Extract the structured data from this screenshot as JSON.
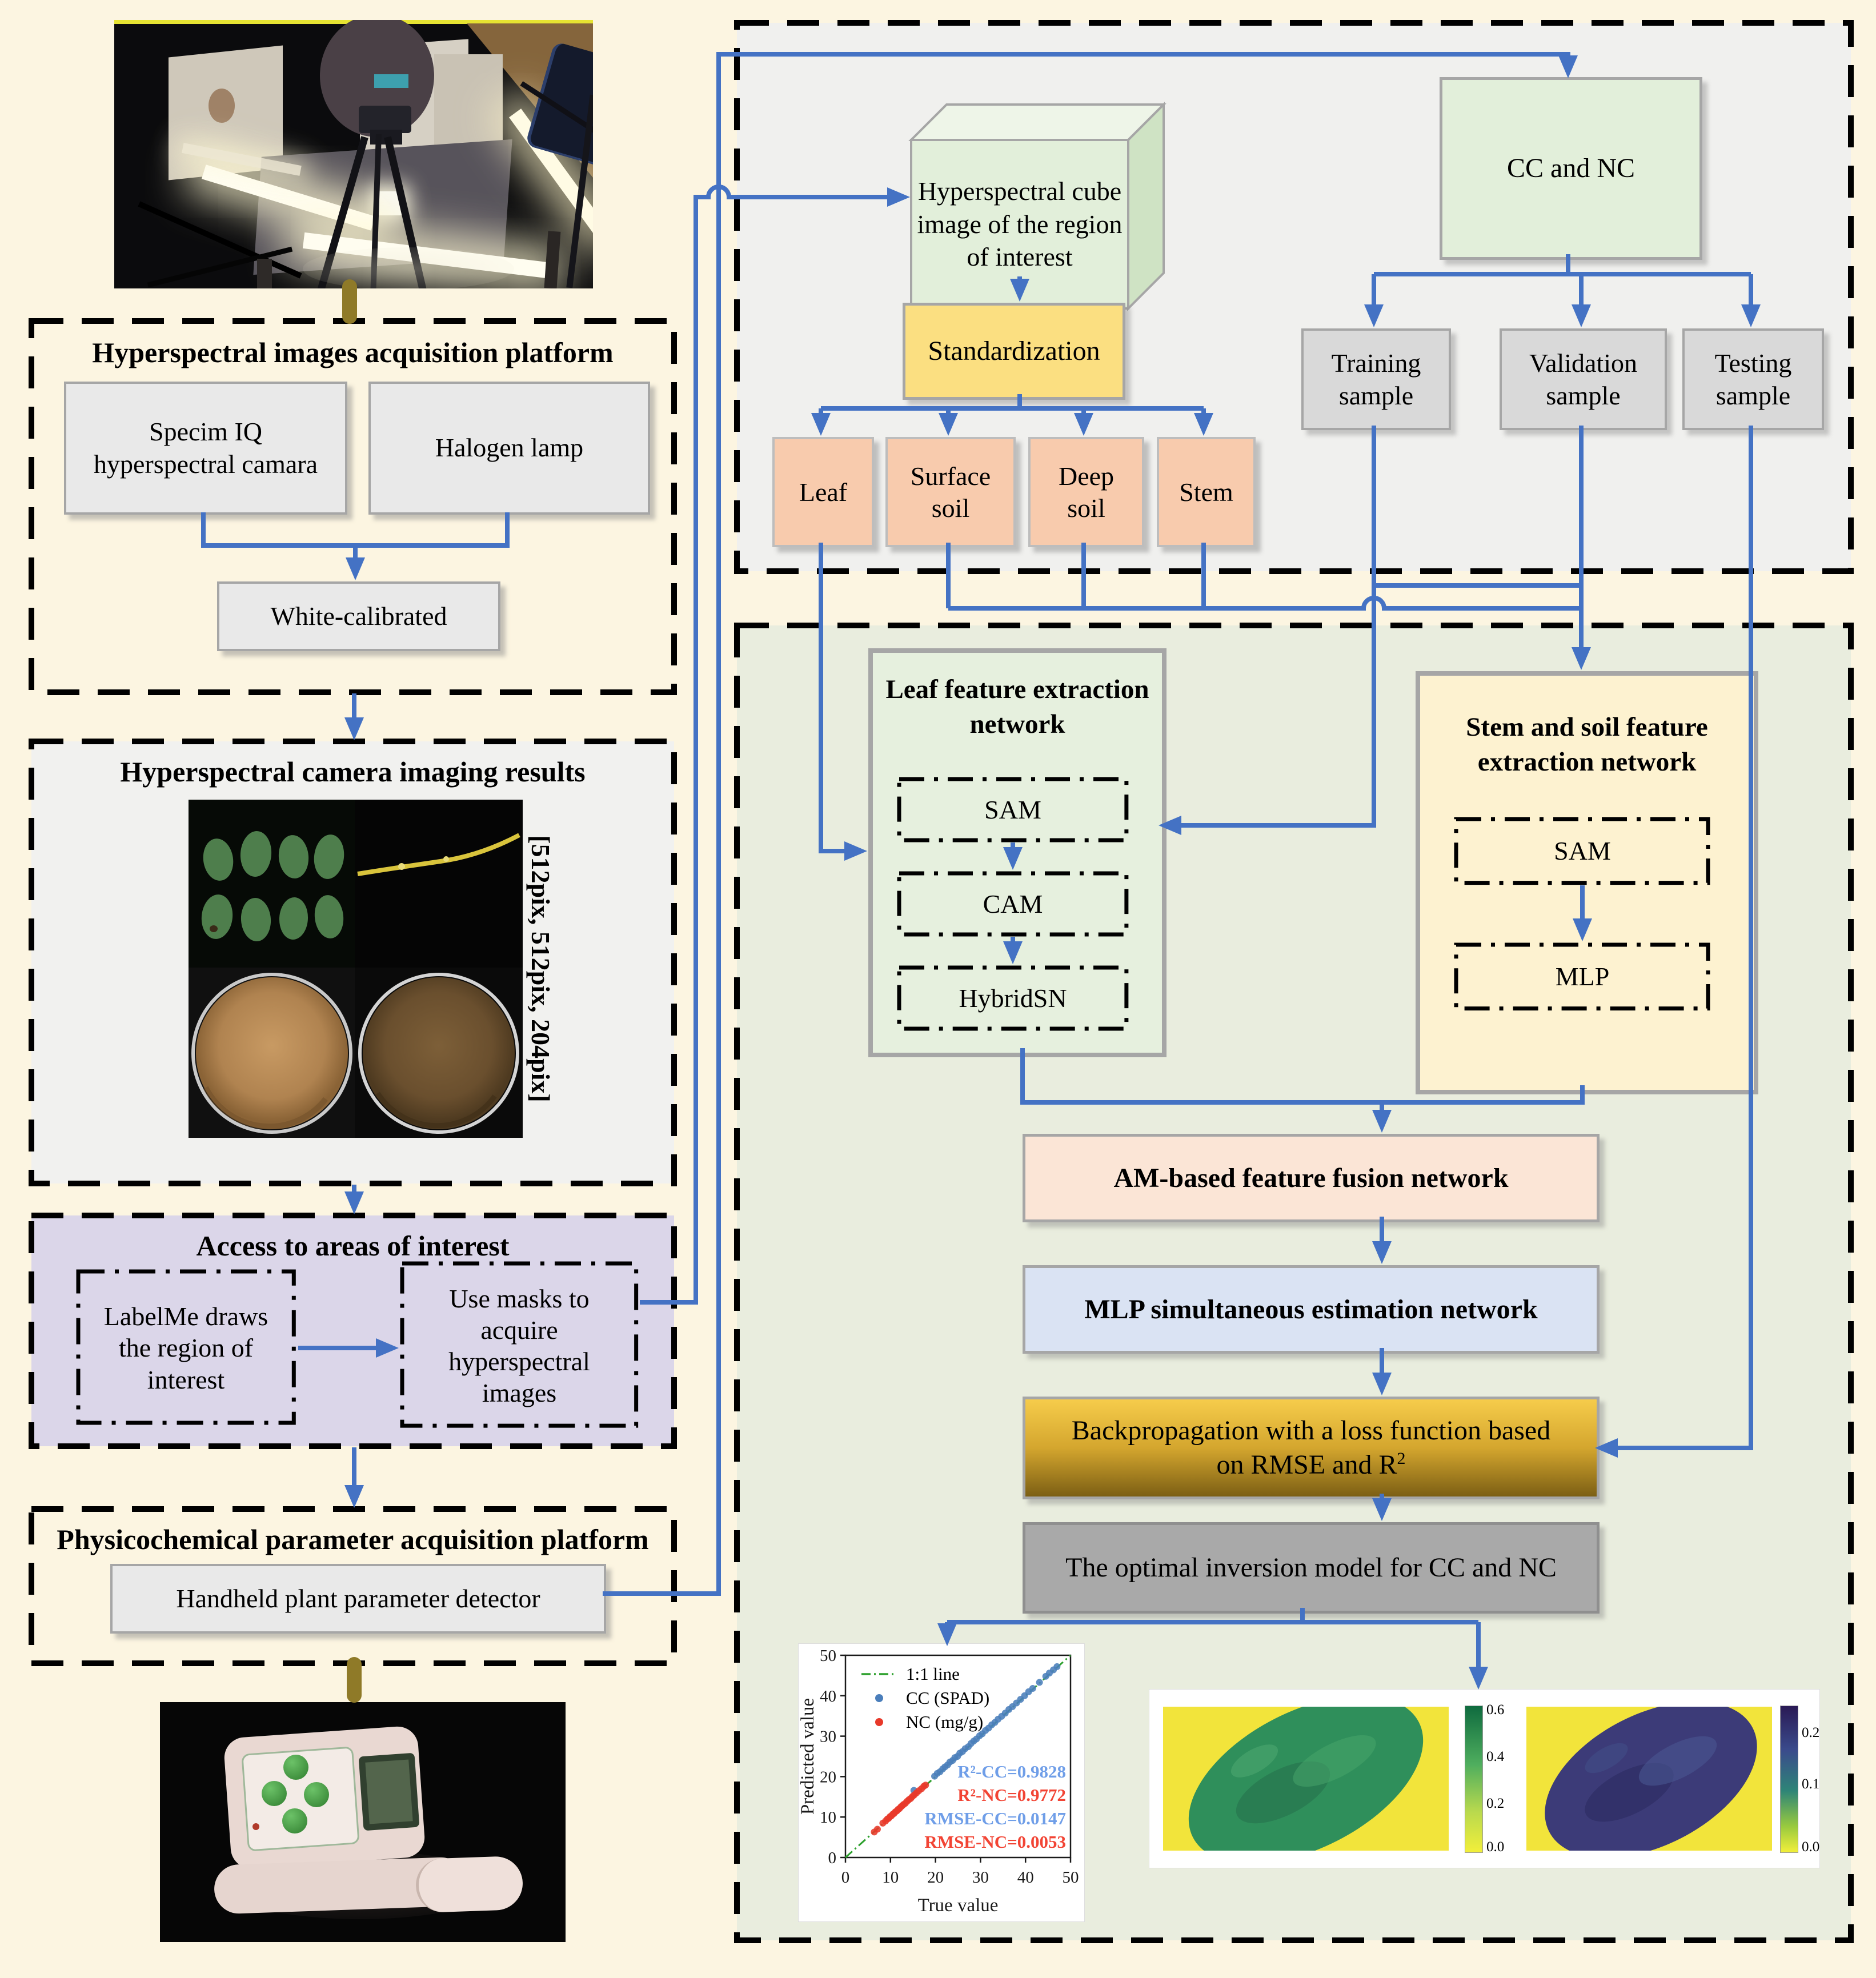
{
  "colors": {
    "page_background": "#FCF5E1",
    "arrow_blue": "#4472C4",
    "olive_connector": "#8F7A28",
    "top_section_bg": "#F0F0EE",
    "bottom_section_bg": "#E9EDDE",
    "roi_section_bg": "#DBD6E9",
    "orange_box": "#F8CBAD",
    "green_box": "#E2EFDA",
    "yellow_box": "#FBDF81",
    "stem_net_bg": "#FDF2D0",
    "fusion_box": "#FBE5D6",
    "estimation_box": "#DAE3F3",
    "optimal_box": "#A9A9A9"
  },
  "left": {
    "platform_box": {
      "title": "Hyperspectral images acquisition platform",
      "camera": "Specim IQ hyperspectral camara",
      "lamp": "Halogen lamp",
      "calibrated": "White-calibrated"
    },
    "imaging_box": {
      "title": "Hyperspectral camera imaging results",
      "dimensions_label": "[512pix, 512pix, 204pix]"
    },
    "roi_box": {
      "title": "Access to areas of interest",
      "labelme": "LabelMe draws the region of interest",
      "masks": "Use masks to acquire hyperspectral images"
    },
    "physico_box": {
      "title": "Physicochemical parameter acquisition platform",
      "detector": "Handheld plant parameter detector"
    }
  },
  "right": {
    "cube_label": "Hyperspectral cube image of the region of interest",
    "standardization": "Standardization",
    "classes": [
      {
        "label": "Leaf"
      },
      {
        "label": "Surface soil"
      },
      {
        "label": "Deep soil"
      },
      {
        "label": "Stem"
      }
    ],
    "cc_nc": "CC and NC",
    "samples": [
      {
        "label": "Training sample"
      },
      {
        "label": "Validation sample"
      },
      {
        "label": "Testing sample"
      }
    ],
    "leaf_network": {
      "title": "Leaf feature extraction network",
      "layers": [
        "SAM",
        "CAM",
        "HybridSN"
      ]
    },
    "stem_network": {
      "title": "Stem and soil feature extraction network",
      "layers": [
        "SAM",
        "MLP"
      ]
    },
    "fusion": "AM-based feature fusion network",
    "estimation": "MLP simultaneous estimation network",
    "backprop_line1": "Backpropagation with a loss function based",
    "backprop_line2": "on RMSE and R",
    "backprop_sup": "2",
    "optimal": "The optimal inversion model for CC and NC"
  },
  "chart_data": {
    "scatter": {
      "type": "scatter",
      "title": "",
      "xlabel": "True value",
      "ylabel": "Predicted value",
      "xlim": [
        0,
        50
      ],
      "ylim": [
        0,
        50
      ],
      "x_ticks": [
        0,
        10,
        20,
        30,
        40,
        50
      ],
      "y_ticks": [
        0,
        10,
        20,
        30,
        40,
        50
      ],
      "grid": false,
      "legend_position": "upper left",
      "legend": [
        {
          "label": "1:1 line",
          "type": "dashdot-line",
          "color": "#2CA02C"
        },
        {
          "label": "CC (SPAD)",
          "type": "dot",
          "color": "#4A7EBB"
        },
        {
          "label": "NC (mg/g)",
          "type": "dot",
          "color": "#E8392A"
        }
      ],
      "line_1_1": {
        "from": [
          0,
          0
        ],
        "to": [
          50,
          50
        ],
        "color": "#2CA02C",
        "style": "dashdot"
      },
      "stats": [
        {
          "text": "R²-CC=0.9828",
          "color": "#6F9EE8"
        },
        {
          "text": "R²-NC=0.9772",
          "color": "#F24434"
        },
        {
          "text": "RMSE-CC=0.0147",
          "color": "#6F9EE8"
        },
        {
          "text": "RMSE-NC=0.0053",
          "color": "#F24434"
        }
      ],
      "series": [
        {
          "name": "CC (SPAD)",
          "color": "#4A7EBB",
          "points": [
            [
              19.8,
              20.1
            ],
            [
              20.4,
              20.8
            ],
            [
              21.0,
              21.2
            ],
            [
              21.6,
              21.9
            ],
            [
              22.1,
              22.4
            ],
            [
              22.7,
              22.9
            ],
            [
              23.2,
              23.6
            ],
            [
              23.8,
              24.0
            ],
            [
              24.3,
              24.7
            ],
            [
              24.9,
              25.0
            ],
            [
              25.4,
              25.8
            ],
            [
              26.0,
              26.2
            ],
            [
              26.6,
              26.9
            ],
            [
              27.3,
              27.4
            ],
            [
              27.9,
              28.2
            ],
            [
              28.5,
              28.8
            ],
            [
              29.1,
              29.3
            ],
            [
              29.8,
              30.1
            ],
            [
              30.4,
              30.6
            ],
            [
              31.1,
              31.4
            ],
            [
              31.8,
              32.0
            ],
            [
              32.5,
              32.8
            ],
            [
              33.2,
              33.4
            ],
            [
              33.9,
              34.2
            ],
            [
              34.7,
              34.9
            ],
            [
              35.5,
              35.7
            ],
            [
              36.3,
              36.6
            ],
            [
              37.1,
              37.3
            ],
            [
              38.0,
              38.2
            ],
            [
              38.9,
              39.1
            ],
            [
              39.8,
              40.0
            ],
            [
              40.7,
              41.0
            ],
            [
              41.6,
              41.8
            ],
            [
              43.1,
              43.3
            ],
            [
              44.5,
              44.8
            ],
            [
              45.3,
              45.6
            ],
            [
              46.2,
              46.4
            ],
            [
              47.0,
              47.2
            ],
            [
              15.2,
              16.6
            ]
          ]
        },
        {
          "name": "NC (mg/g)",
          "color": "#E8392A",
          "points": [
            [
              6.4,
              6.3
            ],
            [
              7.1,
              7.0
            ],
            [
              8.3,
              8.5
            ],
            [
              8.9,
              9.0
            ],
            [
              9.3,
              9.5
            ],
            [
              9.6,
              9.7
            ],
            [
              9.9,
              10.1
            ],
            [
              10.2,
              10.3
            ],
            [
              10.5,
              10.7
            ],
            [
              10.8,
              10.9
            ],
            [
              11.1,
              11.3
            ],
            [
              11.4,
              11.5
            ],
            [
              11.7,
              11.9
            ],
            [
              12.0,
              12.1
            ],
            [
              12.3,
              12.5
            ],
            [
              12.6,
              12.8
            ],
            [
              12.9,
              13.1
            ],
            [
              13.3,
              13.4
            ],
            [
              13.7,
              13.9
            ],
            [
              14.1,
              14.3
            ],
            [
              14.5,
              14.6
            ],
            [
              14.9,
              15.1
            ],
            [
              15.3,
              15.5
            ],
            [
              15.8,
              16.0
            ],
            [
              16.3,
              16.5
            ],
            [
              16.9,
              17.0
            ],
            [
              17.4,
              17.6
            ],
            [
              17.8,
              17.9
            ]
          ]
        }
      ]
    },
    "heatmaps": [
      {
        "name": "CC inversion map",
        "type": "heatmap",
        "background": "#F2E43B",
        "leaf_color": "#2F8F5B",
        "colorbar_ticks": [
          "0.6",
          "0.4",
          "0.2",
          "0.0"
        ],
        "colorbar_range": [
          0.0,
          0.6
        ]
      },
      {
        "name": "NC inversion map",
        "type": "heatmap",
        "background": "#F2E43B",
        "leaf_color": "#3C3B78",
        "colorbar_ticks": [
          "0.2",
          "0.1",
          "0.0"
        ],
        "colorbar_range": [
          0.0,
          0.25
        ]
      }
    ]
  }
}
